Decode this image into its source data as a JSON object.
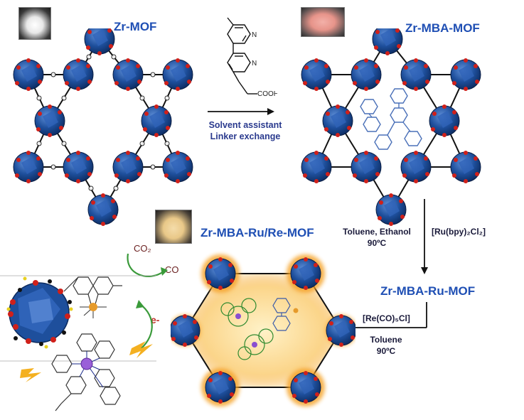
{
  "labels": {
    "zr_mof": "Zr-MOF",
    "zr_mba_mof": "Zr-MBA-MOF",
    "zr_mba_ru_re_mof": "Zr-MBA-Ru/Re-MOF",
    "zr_mba_ru_mof": "Zr-MBA-Ru-MOF"
  },
  "step1": {
    "linker_cooh": "COOH",
    "linker_n1": "N",
    "linker_n2": "N",
    "condition_line1": "Solvent assistant",
    "condition_line2": "Linker exchange"
  },
  "step2": {
    "solvent": "Toluene, Ethanol",
    "temp": "90ºC",
    "reagent": "[Ru(bpy)₂Cl₂]"
  },
  "step3": {
    "reagent": "[Re(CO)₅Cl]",
    "solvent": "Toluene",
    "temp": "90ºC"
  },
  "catalysis": {
    "co2": "CO₂",
    "co": "CO",
    "electron": "e-"
  },
  "colors": {
    "cluster_blue": "#1e4f9c",
    "oxygen_red": "#d0201a",
    "title_blue": "#1f4fb4",
    "arrow_green": "#3a9a3a",
    "electron_red": "#c0302a",
    "glow_orange": "#f5a020"
  }
}
